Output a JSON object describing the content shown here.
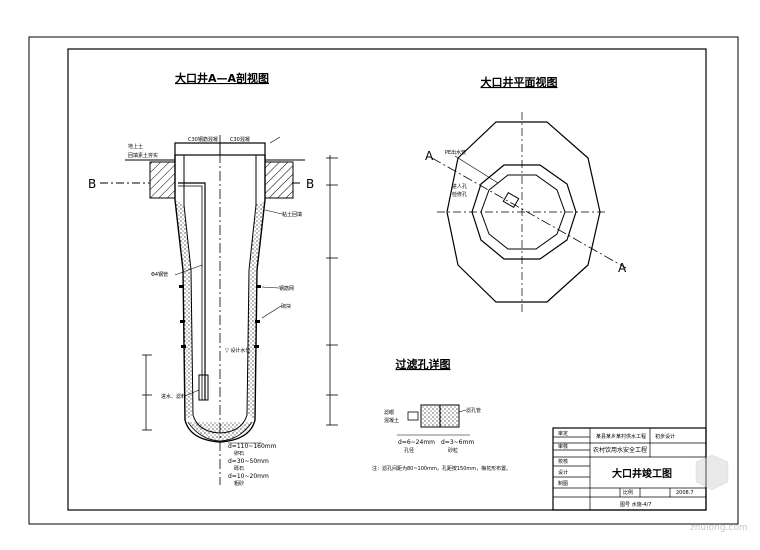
{
  "section_view": {
    "title": "大口井A—A剖视图",
    "marker_left": "B",
    "marker_right": "B",
    "top_labels": [
      "C30钢筋混凝",
      "C30混凝"
    ],
    "labels": {
      "ground": "地上土",
      "backfill": "回填素土夯实",
      "soil": "粘土回填",
      "pipe": "Φ4钢管",
      "mesh": "钢筋网",
      "water_level": "▽ 设计水位",
      "inlet": "进水、滤料",
      "block": "砌块"
    },
    "gravel": [
      {
        "size": "d=110~160mm",
        "name": "卵石"
      },
      {
        "size": "d=30~50mm",
        "name": "砾石"
      },
      {
        "size": "d=10~20mm",
        "name": "粗砂"
      }
    ]
  },
  "plan_view": {
    "title": "大口井平面视图",
    "marker_a1": "A",
    "marker_a2": "A",
    "labels": {
      "pipe": "PE出水管",
      "manhole": "进人孔",
      "manhole_sub": "检修孔"
    }
  },
  "filter_detail": {
    "title": "过滤孔详图",
    "label_left": "滤眼",
    "label_left2": "混凝土",
    "label_right": "滤孔管",
    "dim1": "d=6~24mm",
    "dim1_sub": "孔径",
    "dim2": "d=3~6mm",
    "dim2_sub": "砂粒",
    "note": "注：滤孔间距为80~100mm，孔距按150mm，梅花形布置。"
  },
  "title_block": {
    "org_line1": "某县某乡某村供水工程",
    "project": "农村饮用水安全工程",
    "stage": "初步设计",
    "drawing_title": "大口井竣工图",
    "scale_label": "比例",
    "date": "2008.7",
    "drawing_no": "图号 水施-4/7",
    "cells": [
      "审定",
      "审核",
      "校核",
      "设计",
      "制图"
    ]
  },
  "watermark": "zhulong.com"
}
